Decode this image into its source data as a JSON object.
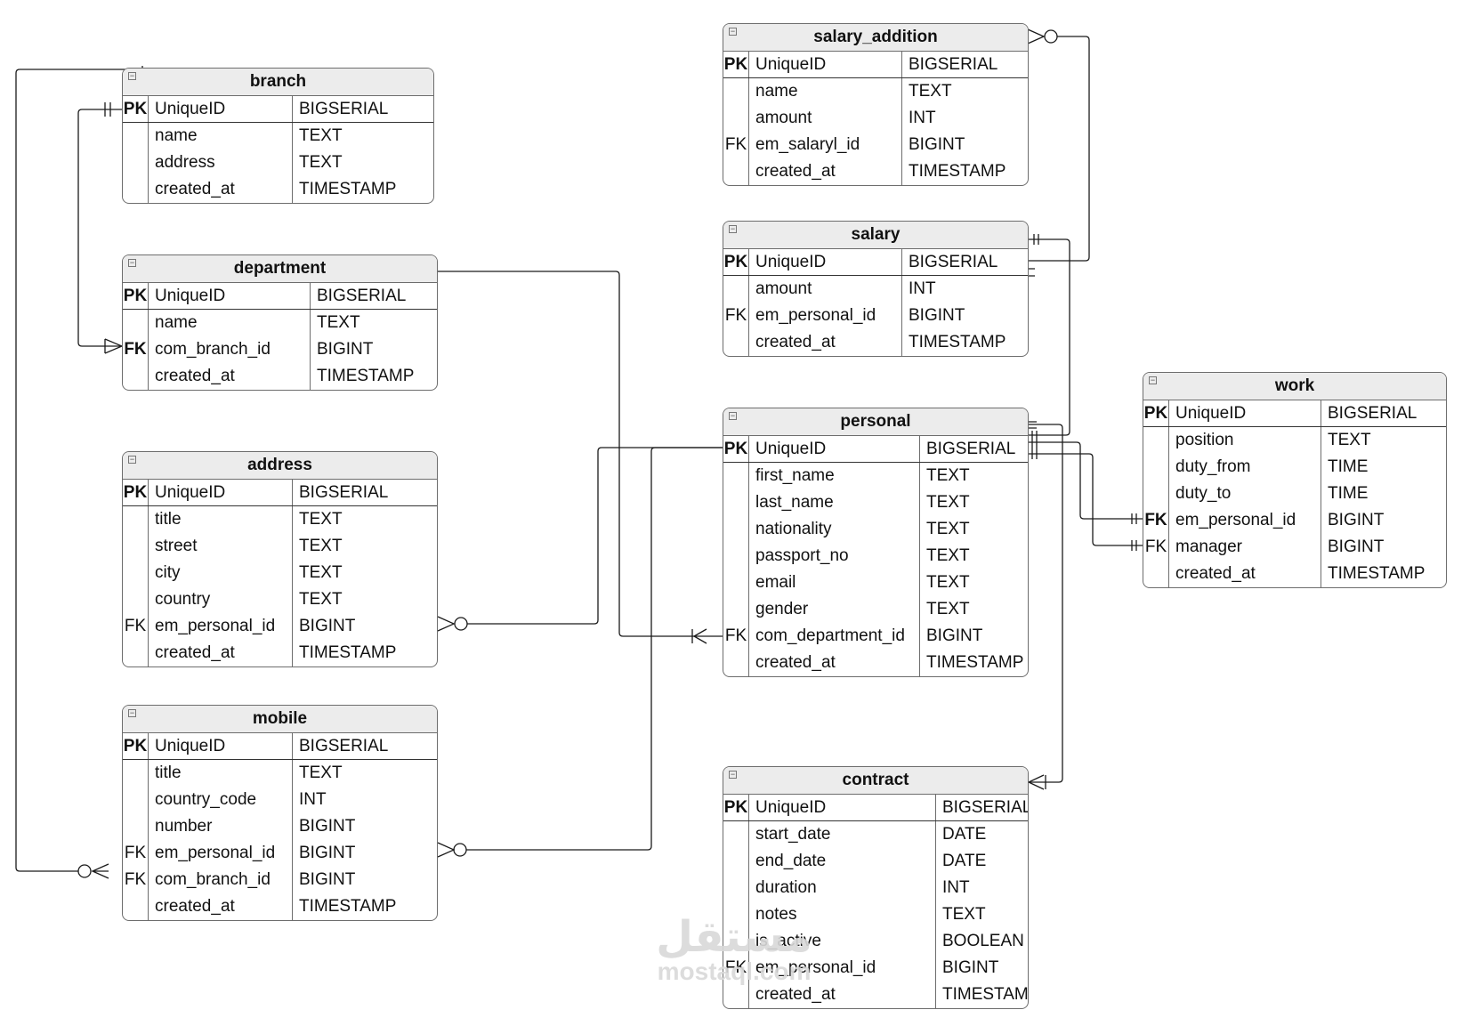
{
  "diagram": {
    "tables": [
      {
        "id": "branch",
        "name": "branch",
        "rows": [
          {
            "key": "PK",
            "field": "UniqueID",
            "type": "BIGSERIAL"
          },
          {
            "key": "",
            "field": "name",
            "type": "TEXT"
          },
          {
            "key": "",
            "field": "address",
            "type": "TEXT"
          },
          {
            "key": "",
            "field": "created_at",
            "type": "TIMESTAMP"
          }
        ]
      },
      {
        "id": "department",
        "name": "department",
        "rows": [
          {
            "key": "PK",
            "field": "UniqueID",
            "type": "BIGSERIAL"
          },
          {
            "key": "",
            "field": "name",
            "type": "TEXT"
          },
          {
            "key": "FK",
            "field": "com_branch_id",
            "type": "BIGINT"
          },
          {
            "key": "",
            "field": "created_at",
            "type": "TIMESTAMP"
          }
        ]
      },
      {
        "id": "address",
        "name": "address",
        "rows": [
          {
            "key": "PK",
            "field": "UniqueID",
            "type": "BIGSERIAL"
          },
          {
            "key": "",
            "field": "title",
            "type": "TEXT"
          },
          {
            "key": "",
            "field": "street",
            "type": "TEXT"
          },
          {
            "key": "",
            "field": "city",
            "type": "TEXT"
          },
          {
            "key": "",
            "field": "country",
            "type": "TEXT"
          },
          {
            "key": "FK",
            "field": "em_personal_id",
            "type": "BIGINT"
          },
          {
            "key": "",
            "field": "created_at",
            "type": "TIMESTAMP"
          }
        ]
      },
      {
        "id": "mobile",
        "name": "mobile",
        "rows": [
          {
            "key": "PK",
            "field": "UniqueID",
            "type": "BIGSERIAL"
          },
          {
            "key": "",
            "field": "title",
            "type": "TEXT"
          },
          {
            "key": "",
            "field": "country_code",
            "type": "INT"
          },
          {
            "key": "",
            "field": "number",
            "type": "BIGINT"
          },
          {
            "key": "FK",
            "field": "em_personal_id",
            "type": "BIGINT"
          },
          {
            "key": "FK",
            "field": "com_branch_id",
            "type": "BIGINT"
          },
          {
            "key": "",
            "field": "created_at",
            "type": "TIMESTAMP"
          }
        ]
      },
      {
        "id": "salary_addition",
        "name": "salary_addition",
        "rows": [
          {
            "key": "PK",
            "field": "UniqueID",
            "type": "BIGSERIAL"
          },
          {
            "key": "",
            "field": "name",
            "type": "TEXT"
          },
          {
            "key": "",
            "field": "amount",
            "type": "INT"
          },
          {
            "key": "FK",
            "field": "em_salaryl_id",
            "type": "BIGINT"
          },
          {
            "key": "",
            "field": "created_at",
            "type": "TIMESTAMP"
          }
        ]
      },
      {
        "id": "salary",
        "name": "salary",
        "rows": [
          {
            "key": "PK",
            "field": "UniqueID",
            "type": "BIGSERIAL"
          },
          {
            "key": "",
            "field": "amount",
            "type": "INT"
          },
          {
            "key": "FK",
            "field": "em_personal_id",
            "type": "BIGINT"
          },
          {
            "key": "",
            "field": "created_at",
            "type": "TIMESTAMP"
          }
        ]
      },
      {
        "id": "personal",
        "name": "personal",
        "rows": [
          {
            "key": "PK",
            "field": "UniqueID",
            "type": "BIGSERIAL"
          },
          {
            "key": "",
            "field": "first_name",
            "type": "TEXT"
          },
          {
            "key": "",
            "field": "last_name",
            "type": "TEXT"
          },
          {
            "key": "",
            "field": "nationality",
            "type": "TEXT"
          },
          {
            "key": "",
            "field": "passport_no",
            "type": "TEXT"
          },
          {
            "key": "",
            "field": "email",
            "type": "TEXT"
          },
          {
            "key": "",
            "field": "gender",
            "type": "TEXT"
          },
          {
            "key": "FK",
            "field": "com_department_id",
            "type": "BIGINT"
          },
          {
            "key": "",
            "field": "created_at",
            "type": "TIMESTAMP"
          }
        ]
      },
      {
        "id": "work",
        "name": "work",
        "rows": [
          {
            "key": "PK",
            "field": "UniqueID",
            "type": "BIGSERIAL"
          },
          {
            "key": "",
            "field": "position",
            "type": "TEXT"
          },
          {
            "key": "",
            "field": "duty_from",
            "type": "TIME"
          },
          {
            "key": "",
            "field": "duty_to",
            "type": "TIME"
          },
          {
            "key": "FK",
            "field": "em_personal_id",
            "type": "BIGINT"
          },
          {
            "key": "FK",
            "field": "manager",
            "type": "BIGINT"
          },
          {
            "key": "",
            "field": "created_at",
            "type": "TIMESTAMP"
          }
        ]
      },
      {
        "id": "contract",
        "name": "contract",
        "rows": [
          {
            "key": "PK",
            "field": "UniqueID",
            "type": "BIGSERIAL"
          },
          {
            "key": "",
            "field": "start_date",
            "type": "DATE"
          },
          {
            "key": "",
            "field": "end_date",
            "type": "DATE"
          },
          {
            "key": "",
            "field": "duration",
            "type": "INT"
          },
          {
            "key": "",
            "field": "notes",
            "type": "TEXT"
          },
          {
            "key": "",
            "field": "is_active",
            "type": "BOOLEAN"
          },
          {
            "key": "FK",
            "field": "em_personal_id",
            "type": "BIGINT"
          },
          {
            "key": "",
            "field": "created_at",
            "type": "TIMESTAMP"
          }
        ]
      }
    ],
    "relationships": [
      {
        "from": "branch.UniqueID",
        "to": "department.com_branch_id",
        "cardinality": "one-to-many"
      },
      {
        "from": "branch",
        "to": "mobile.com_branch_id",
        "cardinality": "one-to-zero-or-many"
      },
      {
        "from": "department",
        "to": "personal.com_department_id",
        "cardinality": "one-to-many"
      },
      {
        "from": "personal.UniqueID",
        "to": "address.em_personal_id",
        "cardinality": "one-to-zero-or-many"
      },
      {
        "from": "personal.UniqueID",
        "to": "mobile.em_personal_id",
        "cardinality": "one-to-zero-or-many"
      },
      {
        "from": "salary.UniqueID",
        "to": "salary_addition",
        "cardinality": "one-to-zero-or-many"
      },
      {
        "from": "personal",
        "to": "salary",
        "cardinality": "one-to-one"
      },
      {
        "from": "personal.UniqueID",
        "to": "work.em_personal_id",
        "cardinality": "one-to-one"
      },
      {
        "from": "personal.UniqueID",
        "to": "work.manager",
        "cardinality": "one-to-one"
      },
      {
        "from": "personal",
        "to": "contract",
        "cardinality": "one-to-many"
      }
    ]
  },
  "watermark": {
    "arabic": "مستقل",
    "latin": "mostaql.com"
  }
}
